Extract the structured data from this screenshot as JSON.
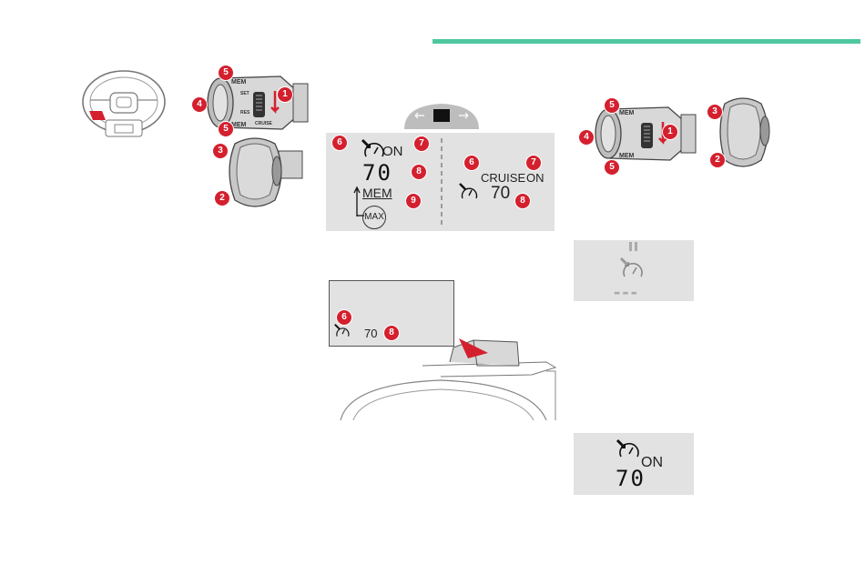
{
  "callouts": [
    "1",
    "2",
    "3",
    "4",
    "5",
    "6",
    "7",
    "8",
    "9"
  ],
  "stalk_labels": {
    "mem": "MEM",
    "set": "SET",
    "res": "RES",
    "cruise": "CRUISE"
  },
  "display_left": {
    "status": "ON",
    "speed": "70",
    "mem": "MEM",
    "max": "MAX"
  },
  "display_right": {
    "label": "CRUISE",
    "status": "ON",
    "speed": "70"
  },
  "hud": {
    "speed": "70"
  },
  "paused_display": {
    "speed_dashes": "---"
  },
  "active_display": {
    "status": "ON",
    "speed": "70"
  },
  "icons": [
    "speedometer-icon",
    "steering-wheel-icon",
    "pause-icon",
    "arrow-up-icon"
  ],
  "colors": {
    "accent_bar": "#4fc7a1",
    "callout": "#d4202e",
    "panel_bg": "#e2e2e2"
  }
}
